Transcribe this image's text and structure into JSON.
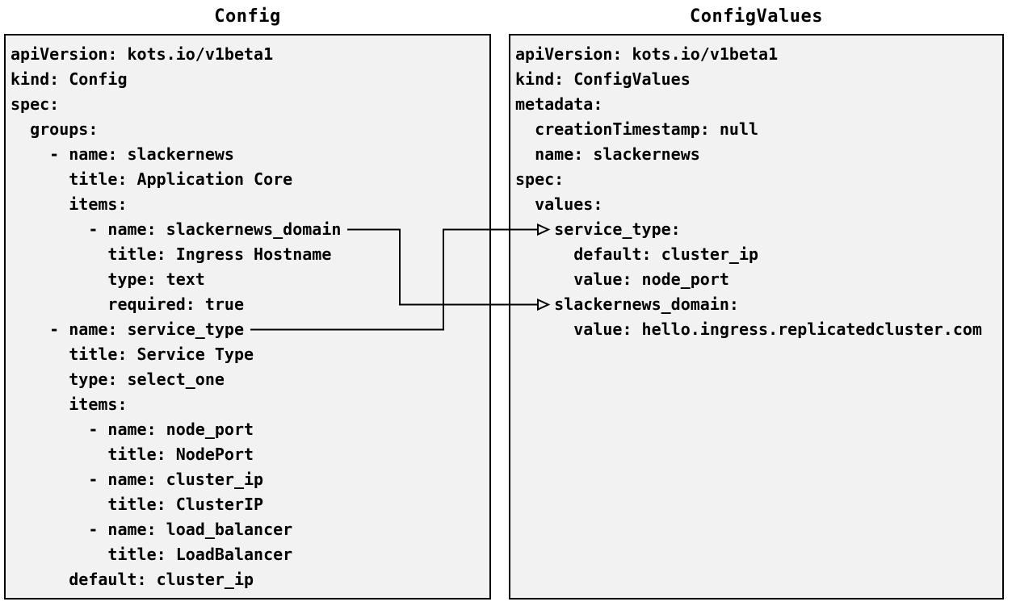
{
  "panels": {
    "config": {
      "title": "Config",
      "lines": [
        "apiVersion: kots.io/v1beta1",
        "kind: Config",
        "spec:",
        "  groups:",
        "    - name: slackernews",
        "      title: Application Core",
        "      items:",
        "        - name: slackernews_domain",
        "          title: Ingress Hostname",
        "          type: text",
        "          required: true",
        "    - name: service_type",
        "      title: Service Type",
        "      type: select_one",
        "      items:",
        "        - name: node_port",
        "          title: NodePort",
        "        - name: cluster_ip",
        "          title: ClusterIP",
        "        - name: load_balancer",
        "          title: LoadBalancer",
        "      default: cluster_ip"
      ]
    },
    "config_values": {
      "title": "ConfigValues",
      "lines": [
        "apiVersion: kots.io/v1beta1",
        "kind: ConfigValues",
        "metadata:",
        "  creationTimestamp: null",
        "  name: slackernews",
        "spec:",
        "  values:",
        "    service_type:",
        "      default: cluster_ip",
        "      value: node_port",
        "    slackernews_domain:",
        "      value: hello.ingress.replicatedcluster.com"
      ]
    }
  },
  "connections": [
    {
      "from": "Config item slackernews_domain",
      "to": "ConfigValues value slackernews_domain"
    },
    {
      "from": "Config item service_type",
      "to": "ConfigValues value service_type"
    }
  ],
  "colors": {
    "panel_background": "#f2f2f2",
    "panel_border": "#000000",
    "connector_line": "#000000",
    "text": "#000000",
    "page_background": "#ffffff"
  }
}
